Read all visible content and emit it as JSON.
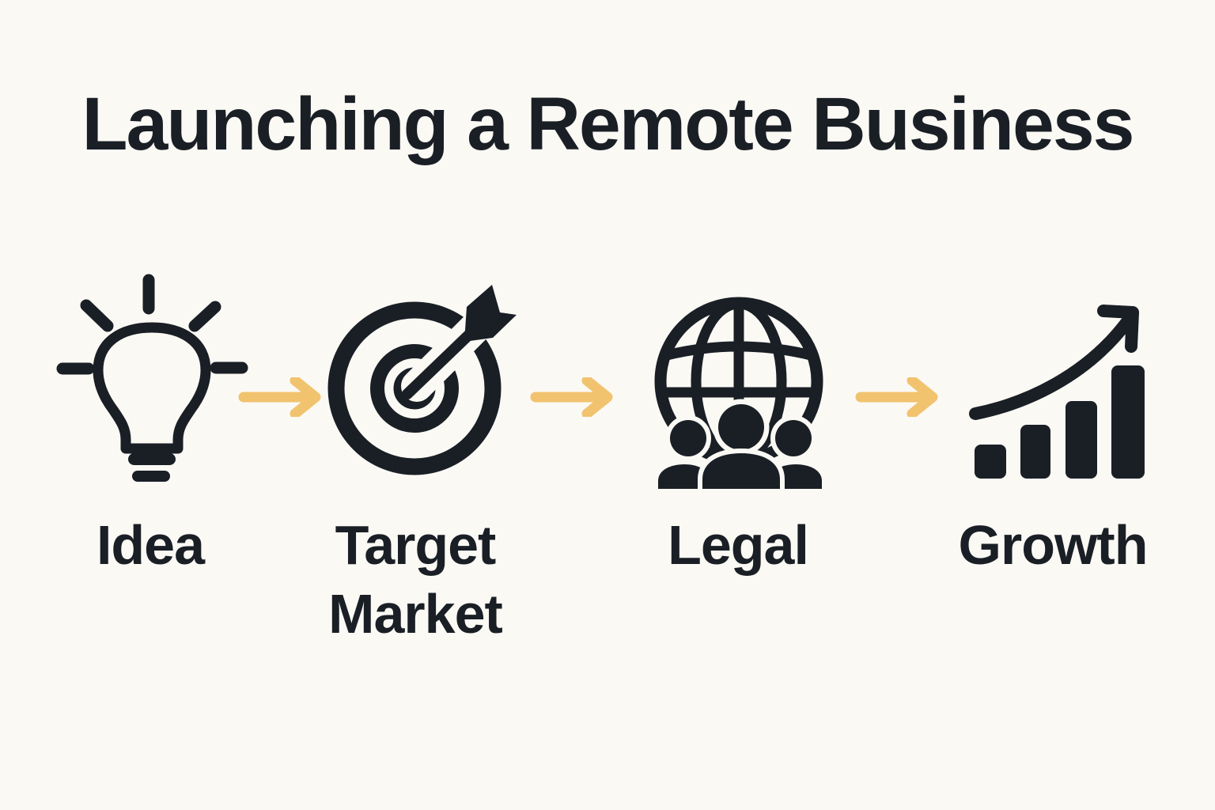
{
  "theme": {
    "bg": "#FBF9F4",
    "ink": "#1A1F26",
    "accent": "#F1C36E"
  },
  "title": "Launching a Remote Business",
  "steps": [
    {
      "label": "Idea",
      "icon": "lightbulb-icon"
    },
    {
      "label": "Target Market",
      "icon": "target-dart-icon"
    },
    {
      "label": "Legal",
      "icon": "globe-people-icon"
    },
    {
      "label": "Growth",
      "icon": "growth-bar-chart-icon"
    }
  ],
  "connectors": {
    "icon": "right-arrow-icon",
    "count": 3,
    "color": "#F1C36E"
  }
}
